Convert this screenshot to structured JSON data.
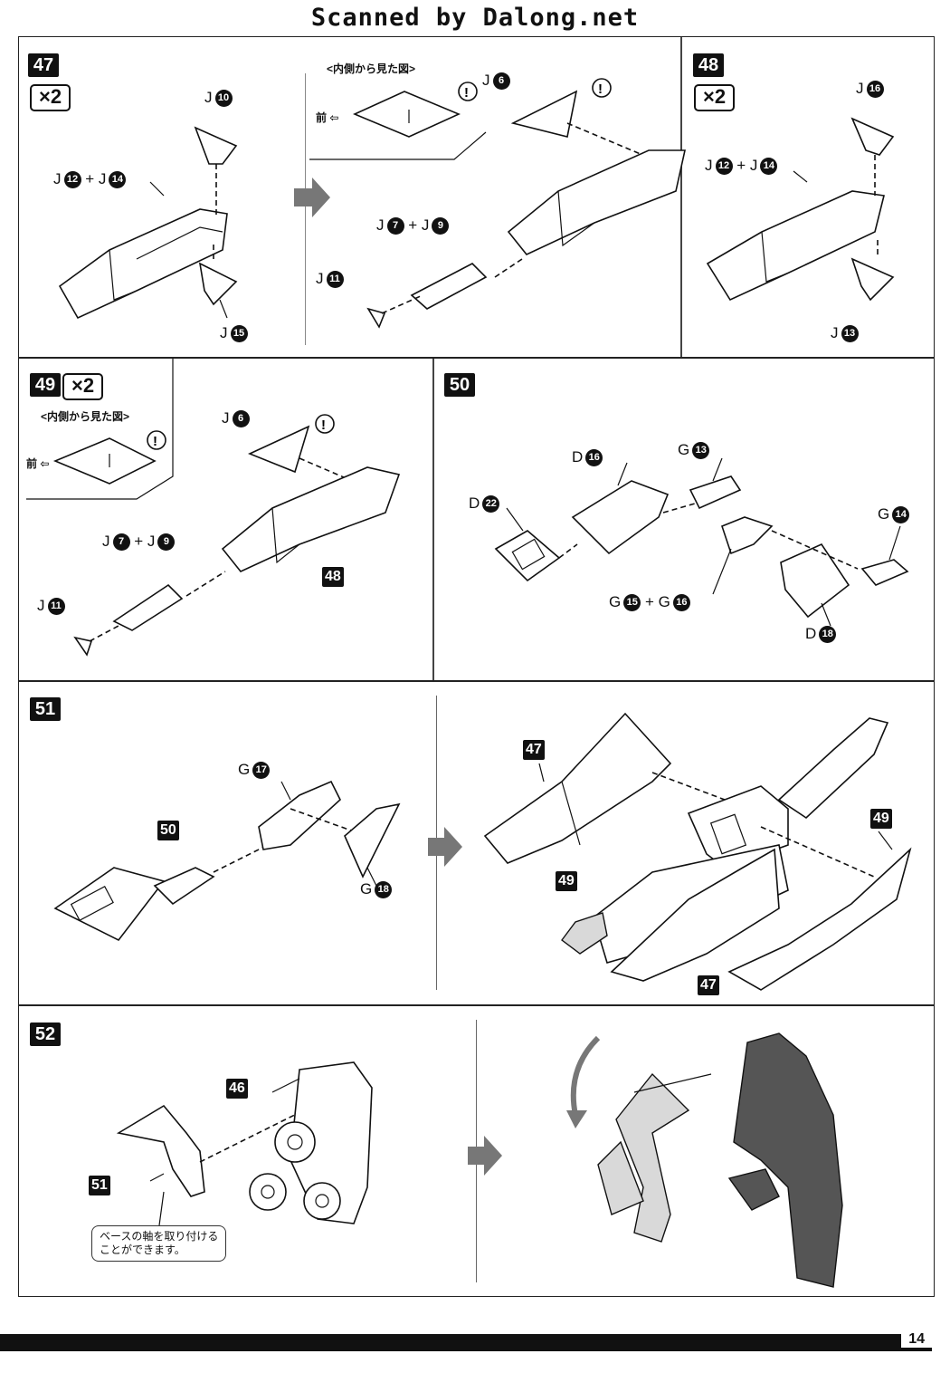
{
  "header": {
    "text": "Scanned by Dalong.net"
  },
  "page_number": "14",
  "common": {
    "view_from_inside": "<内側から見た図>",
    "front": "前",
    "caution": "!"
  },
  "steps": {
    "s47": {
      "number": "47",
      "multiplier": "×2",
      "labels": {
        "j10": {
          "letter": "J",
          "num": "10"
        },
        "j12_14": {
          "a": "J",
          "an": "12",
          "plus": "+",
          "b": "J",
          "bn": "14"
        },
        "j15": {
          "letter": "J",
          "num": "15"
        },
        "j6": {
          "letter": "J",
          "num": "6"
        },
        "j7_9": {
          "a": "J",
          "an": "7",
          "plus": "+",
          "b": "J",
          "bn": "9"
        },
        "j11": {
          "letter": "J",
          "num": "11"
        }
      }
    },
    "s48": {
      "number": "48",
      "multiplier": "×2",
      "labels": {
        "j16": {
          "letter": "J",
          "num": "16"
        },
        "j12_14": {
          "a": "J",
          "an": "12",
          "plus": "+",
          "b": "J",
          "bn": "14"
        },
        "j13": {
          "letter": "J",
          "num": "13"
        }
      }
    },
    "s49": {
      "number": "49",
      "multiplier": "×2",
      "ref": "48",
      "labels": {
        "j6": {
          "letter": "J",
          "num": "6"
        },
        "j7_9": {
          "a": "J",
          "an": "7",
          "plus": "+",
          "b": "J",
          "bn": "9"
        },
        "j11": {
          "letter": "J",
          "num": "11"
        }
      }
    },
    "s50": {
      "number": "50",
      "labels": {
        "d16": {
          "letter": "D",
          "num": "16"
        },
        "g13": {
          "letter": "G",
          "num": "13"
        },
        "d22": {
          "letter": "D",
          "num": "22"
        },
        "g14": {
          "letter": "G",
          "num": "14"
        },
        "g15_16": {
          "a": "G",
          "an": "15",
          "plus": "+",
          "b": "G",
          "bn": "16"
        },
        "d18": {
          "letter": "D",
          "num": "18"
        }
      }
    },
    "s51": {
      "number": "51",
      "refs": {
        "r50": "50",
        "r47a": "47",
        "r49a": "49",
        "r49b": "49",
        "r47b": "47"
      },
      "labels": {
        "g17": {
          "letter": "G",
          "num": "17"
        },
        "g18": {
          "letter": "G",
          "num": "18"
        }
      }
    },
    "s52": {
      "number": "52",
      "refs": {
        "r46": "46",
        "r51": "51"
      },
      "note": {
        "line1": "ベースの軸を取り付ける",
        "line2": "ことができます。"
      }
    }
  }
}
